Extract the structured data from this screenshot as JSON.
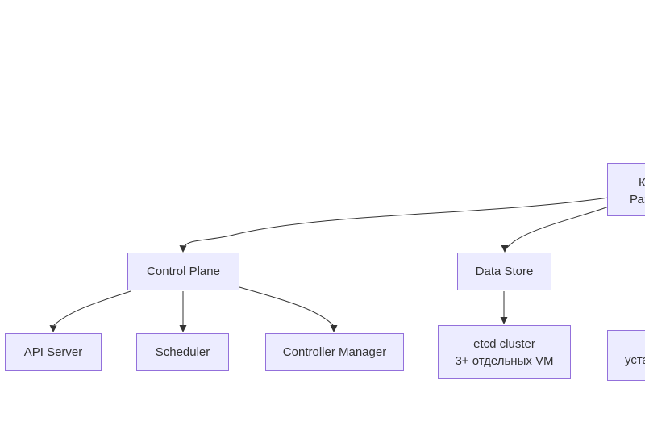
{
  "diagram": {
    "type": "flowchart",
    "colors": {
      "bg": "#ffffff",
      "node_fill": "#ECECFF",
      "node_border": "#9370DB",
      "edge_color": "#333333",
      "text_color": "#333333"
    },
    "nodes": {
      "control_plane": {
        "label": "Control Plane"
      },
      "data_store": {
        "label": "Data Store"
      },
      "api_server": {
        "label": "API Server"
      },
      "scheduler": {
        "label": "Scheduler"
      },
      "controller_manager": {
        "label": "Controller Manager"
      },
      "etcd_cluster": {
        "line1": "etcd cluster",
        "line2": "3+ отдельных VM"
      },
      "clipped_top_right": {
        "line1": "К",
        "line2": "Раз"
      },
      "clipped_bottom_right": {
        "line1": "уста"
      }
    },
    "edges": [
      {
        "from": "clipped_top_right",
        "to": "control_plane"
      },
      {
        "from": "clipped_top_right",
        "to": "data_store"
      },
      {
        "from": "control_plane",
        "to": "api_server"
      },
      {
        "from": "control_plane",
        "to": "scheduler"
      },
      {
        "from": "control_plane",
        "to": "controller_manager"
      },
      {
        "from": "data_store",
        "to": "etcd_cluster"
      }
    ]
  }
}
